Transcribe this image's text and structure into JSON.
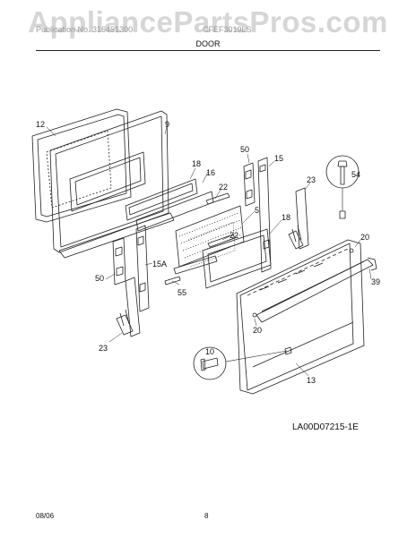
{
  "watermark": "AppliancePartsPros.com",
  "header": {
    "left": "Publication No. 316451300",
    "right": "CFEF3019LS",
    "section": "DOOR"
  },
  "diagram_code": "LA00D07215-1E",
  "footer": {
    "date": "08/06",
    "page": "8"
  },
  "callouts": {
    "c12": "12",
    "c9": "9",
    "c18a": "18",
    "c16": "16",
    "c50a": "50",
    "c15": "15",
    "c22a": "22",
    "c5": "5",
    "c54": "54",
    "c23a": "23",
    "c18b": "18",
    "c22b": "22",
    "c20a": "20",
    "c15a": "15A",
    "c50b": "50",
    "c55": "55",
    "c39": "39",
    "c20b": "20",
    "c10": "10",
    "c23b": "23",
    "c13": "13"
  }
}
